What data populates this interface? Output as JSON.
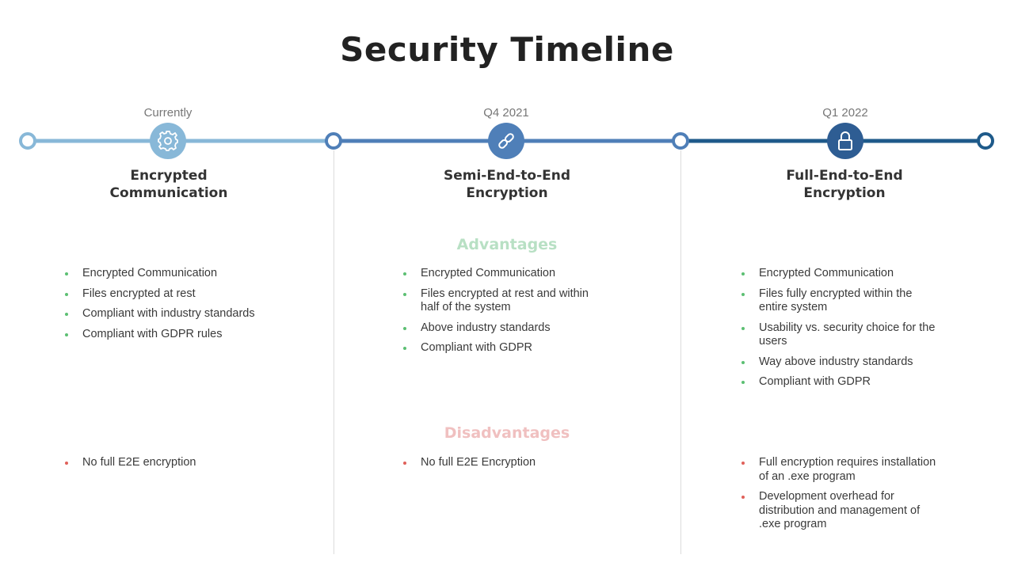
{
  "title": "Security Timeline",
  "colors": {
    "stage1": "#88b8d8",
    "stage2": "#4f7fb8",
    "stage3": "#1e5a8a",
    "advantages_heading": "#b8e0c4",
    "disadvantages_heading": "#f0c0c0",
    "adv_bullet": "#5cbf73",
    "dis_bullet": "#e0615a"
  },
  "sections": {
    "advantages": "Advantages",
    "disadvantages": "Disadvantages"
  },
  "stages": [
    {
      "label": "Currently",
      "title_line1": "Encrypted",
      "title_line2": "Communication",
      "icon": "gear-icon",
      "advantages": [
        "Encrypted Communication",
        "Files encrypted at rest",
        "Compliant with industry standards",
        "Compliant with GDPR rules"
      ],
      "disadvantages": [
        "No full E2E encryption"
      ]
    },
    {
      "label": "Q4 2021",
      "title_line1": "Semi-End-to-End",
      "title_line2": "Encryption",
      "icon": "link-icon",
      "advantages": [
        "Encrypted Communication",
        "Files encrypted at rest and within half of the system",
        "Above industry standards",
        "Compliant with GDPR"
      ],
      "disadvantages": [
        "No full E2E Encryption"
      ]
    },
    {
      "label": "Q1 2022",
      "title_line1": "Full-End-to-End",
      "title_line2": "Encryption",
      "icon": "lock-icon",
      "advantages": [
        "Encrypted Communication",
        "Files fully encrypted within the entire system",
        "Usability vs. security choice for the users",
        "Way above industry standards",
        "Compliant with GDPR"
      ],
      "disadvantages": [
        "Full encryption requires installation of an .exe program",
        "Development overhead for distribution and management of .exe program"
      ]
    }
  ]
}
